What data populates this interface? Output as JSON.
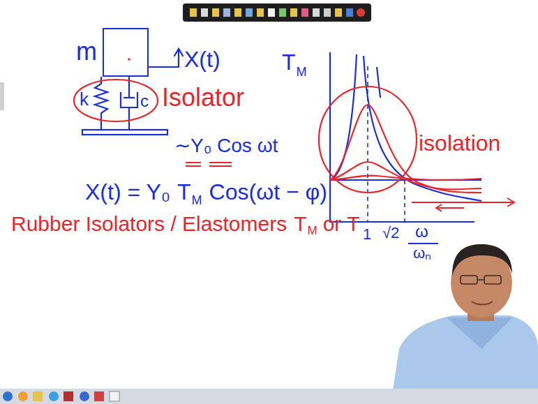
{
  "diagram": {
    "nodes": [
      {
        "text": [
          "m"
        ]
      },
      {
        "text": [
          "k",
          "c"
        ]
      }
    ],
    "labels": [
      "X(t)",
      "Isolator",
      "∼Y₀ Cos ωt",
      "T",
      "M",
      "isolation",
      "1",
      "√2",
      "ω",
      "ωₙ",
      "X(t) = Y₀",
      "T",
      "M",
      "Cos(ωt − φ)",
      "Rubber Isolators / Elastomers",
      "T",
      "M",
      "or",
      "T"
    ]
  }
}
